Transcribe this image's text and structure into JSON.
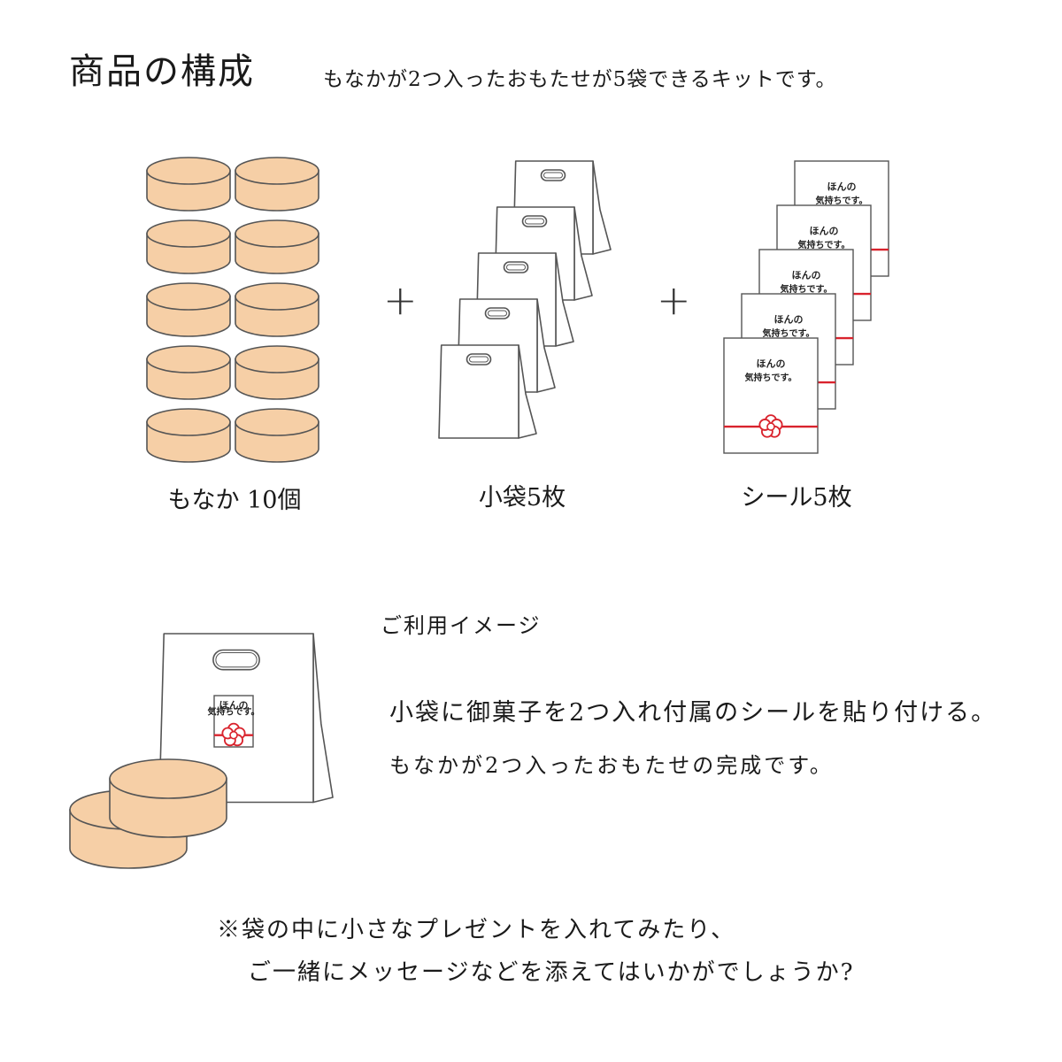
{
  "header": {
    "title": "商品の構成",
    "subtitle": "もなかが2つ入ったおもたせが5袋できるキットです。"
  },
  "components": [
    {
      "label": "もなか 10個"
    },
    {
      "label": "小袋5枚"
    },
    {
      "label": "シール5枚"
    }
  ],
  "plus_symbol": "+",
  "seal": {
    "line1": "ほんの",
    "line2": "気持ちです。"
  },
  "usage": {
    "label": "ご利用イメージ",
    "line1": "小袋に御菓子を2つ入れ付属のシールを貼り付ける。",
    "line2": "もなかが2つ入ったおもたせの完成です。"
  },
  "note": {
    "line1": "※袋の中に小さなプレゼントを入れてみたり、",
    "line2": "ご一緒にメッセージなどを添えてはいかがでしょうか?"
  },
  "colors": {
    "monaka_fill": "#f6cfa6",
    "outline": "#555555",
    "ribbon": "#d9232d",
    "text": "#1a1a1a"
  }
}
